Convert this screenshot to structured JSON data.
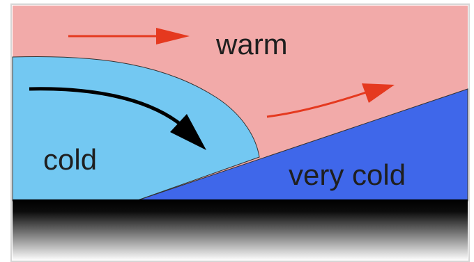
{
  "labels": {
    "warm": "warm",
    "cold": "cold",
    "very_cold": "very cold"
  },
  "colors": {
    "warm_air": "#f2aaa9",
    "cold_air": "#73c8f2",
    "very_cold_air": "#3f67ea",
    "ground_top": "#000000",
    "ground_bottom": "#ffffff",
    "warm_arrow": "#e5391f",
    "cold_arrow": "#000000",
    "label_text": "#1f1f1f"
  },
  "icons": {
    "warm_arrows": "red-arrow-icon",
    "cold_arrow": "black-curved-arrow-icon"
  }
}
